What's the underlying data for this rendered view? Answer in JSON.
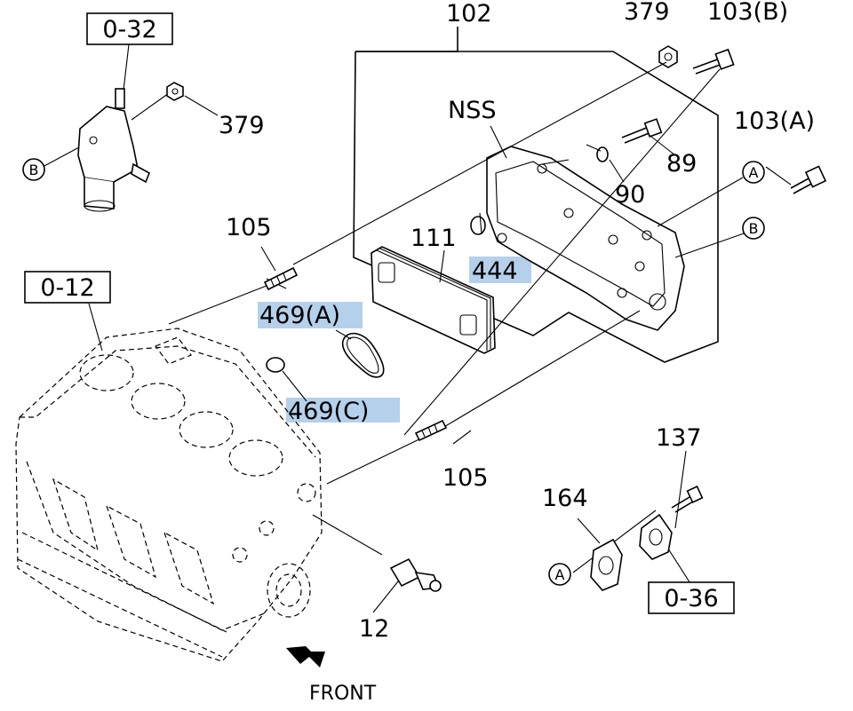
{
  "refs": {
    "r0_32": "0-32",
    "r0_12": "0-12",
    "r0_36": "0-36"
  },
  "parts": {
    "p102": "102",
    "p379_top": "379",
    "p103b": "103(B)",
    "p379_left": "379",
    "p103a": "103(A)",
    "nss": "NSS",
    "p89": "89",
    "p90": "90",
    "p105_top": "105",
    "p111": "111",
    "p444": "444",
    "p469a": "469(A)",
    "p469c": "469(C)",
    "p105_bot": "105",
    "p137": "137",
    "p164": "164",
    "p12": "12"
  },
  "markers": {
    "a": "A",
    "b": "B"
  },
  "front_label": "FRONT",
  "highlight_color": "#a8c8e6"
}
